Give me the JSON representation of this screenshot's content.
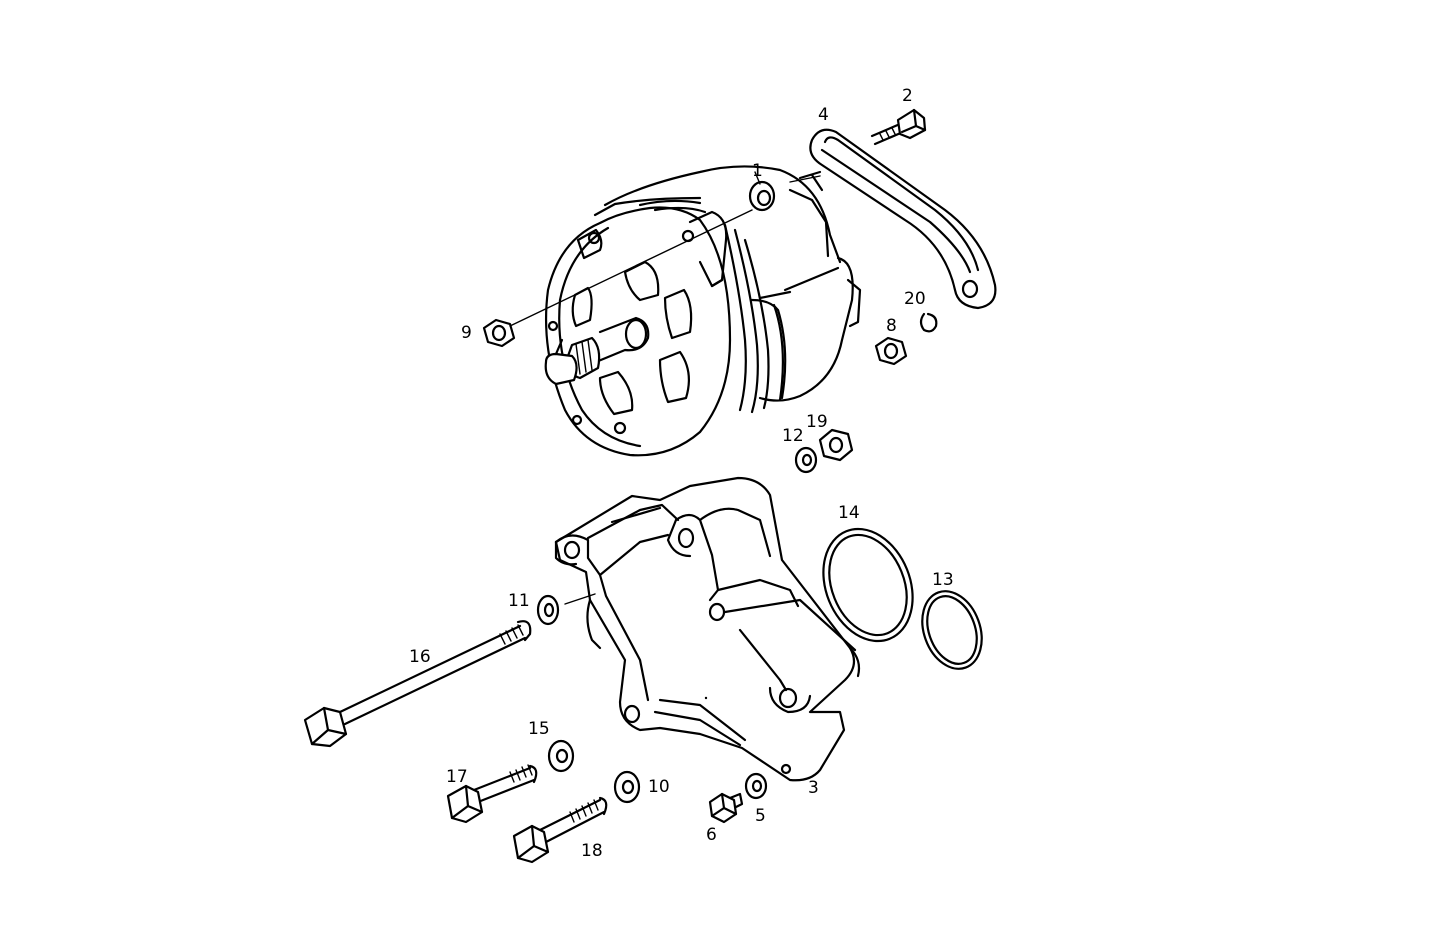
{
  "callouts": [
    {
      "id": "c1",
      "text": "1"
    },
    {
      "id": "c2",
      "text": "2"
    },
    {
      "id": "c3",
      "text": "3"
    },
    {
      "id": "c4",
      "text": "4"
    },
    {
      "id": "c5",
      "text": "5"
    },
    {
      "id": "c6",
      "text": "6"
    },
    {
      "id": "c8",
      "text": "8"
    },
    {
      "id": "c9",
      "text": "9"
    },
    {
      "id": "c10",
      "text": "10"
    },
    {
      "id": "c11",
      "text": "11"
    },
    {
      "id": "c12",
      "text": "12"
    },
    {
      "id": "c13",
      "text": "13"
    },
    {
      "id": "c14",
      "text": "14"
    },
    {
      "id": "c15",
      "text": "15"
    },
    {
      "id": "c16",
      "text": "16"
    },
    {
      "id": "c17",
      "text": "17"
    },
    {
      "id": "c18",
      "text": "18"
    },
    {
      "id": "c19",
      "text": "19"
    },
    {
      "id": "c20",
      "text": "20"
    }
  ]
}
